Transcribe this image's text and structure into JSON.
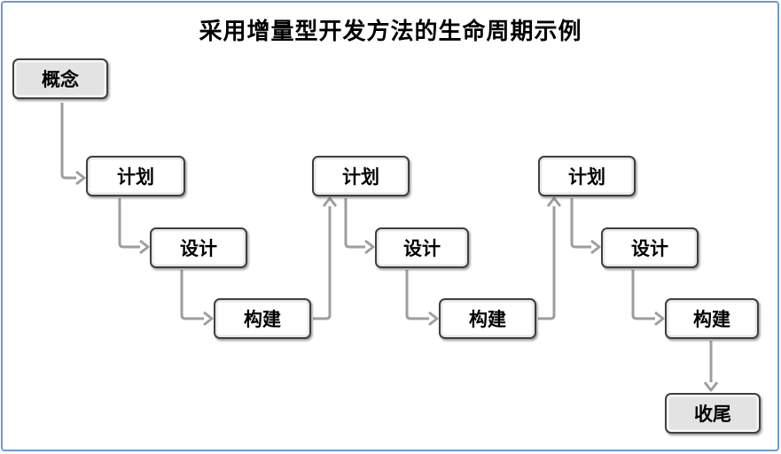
{
  "title": "采用增量型开发方法的生命周期示例",
  "colors": {
    "frame": "#6b9bd2",
    "connector": "#9e9e9e",
    "box_border": "#3f3f3f",
    "box_fill": "#ffffff",
    "terminal_fill": "#e3e3e3",
    "text": "#000000"
  },
  "nodes": [
    {
      "id": "concept",
      "label": "概念",
      "type": "terminal"
    },
    {
      "id": "plan-1",
      "label": "计划",
      "type": "process"
    },
    {
      "id": "design-1",
      "label": "设计",
      "type": "process"
    },
    {
      "id": "build-1",
      "label": "构建",
      "type": "process"
    },
    {
      "id": "plan-2",
      "label": "计划",
      "type": "process"
    },
    {
      "id": "design-2",
      "label": "设计",
      "type": "process"
    },
    {
      "id": "build-2",
      "label": "构建",
      "type": "process"
    },
    {
      "id": "plan-3",
      "label": "计划",
      "type": "process"
    },
    {
      "id": "design-3",
      "label": "设计",
      "type": "process"
    },
    {
      "id": "build-3",
      "label": "构建",
      "type": "process"
    },
    {
      "id": "closeout",
      "label": "收尾",
      "type": "terminal"
    }
  ],
  "edges": [
    {
      "from": "concept",
      "to": "plan-1",
      "arrow": "right"
    },
    {
      "from": "plan-1",
      "to": "design-1",
      "arrow": "right"
    },
    {
      "from": "design-1",
      "to": "build-1",
      "arrow": "right"
    },
    {
      "from": "build-1",
      "to": "plan-2",
      "arrow": "up"
    },
    {
      "from": "plan-2",
      "to": "design-2",
      "arrow": "right"
    },
    {
      "from": "design-2",
      "to": "build-2",
      "arrow": "right"
    },
    {
      "from": "build-2",
      "to": "plan-3",
      "arrow": "up"
    },
    {
      "from": "plan-3",
      "to": "design-3",
      "arrow": "right"
    },
    {
      "from": "design-3",
      "to": "build-3",
      "arrow": "right"
    },
    {
      "from": "build-3",
      "to": "closeout",
      "arrow": "down"
    }
  ]
}
